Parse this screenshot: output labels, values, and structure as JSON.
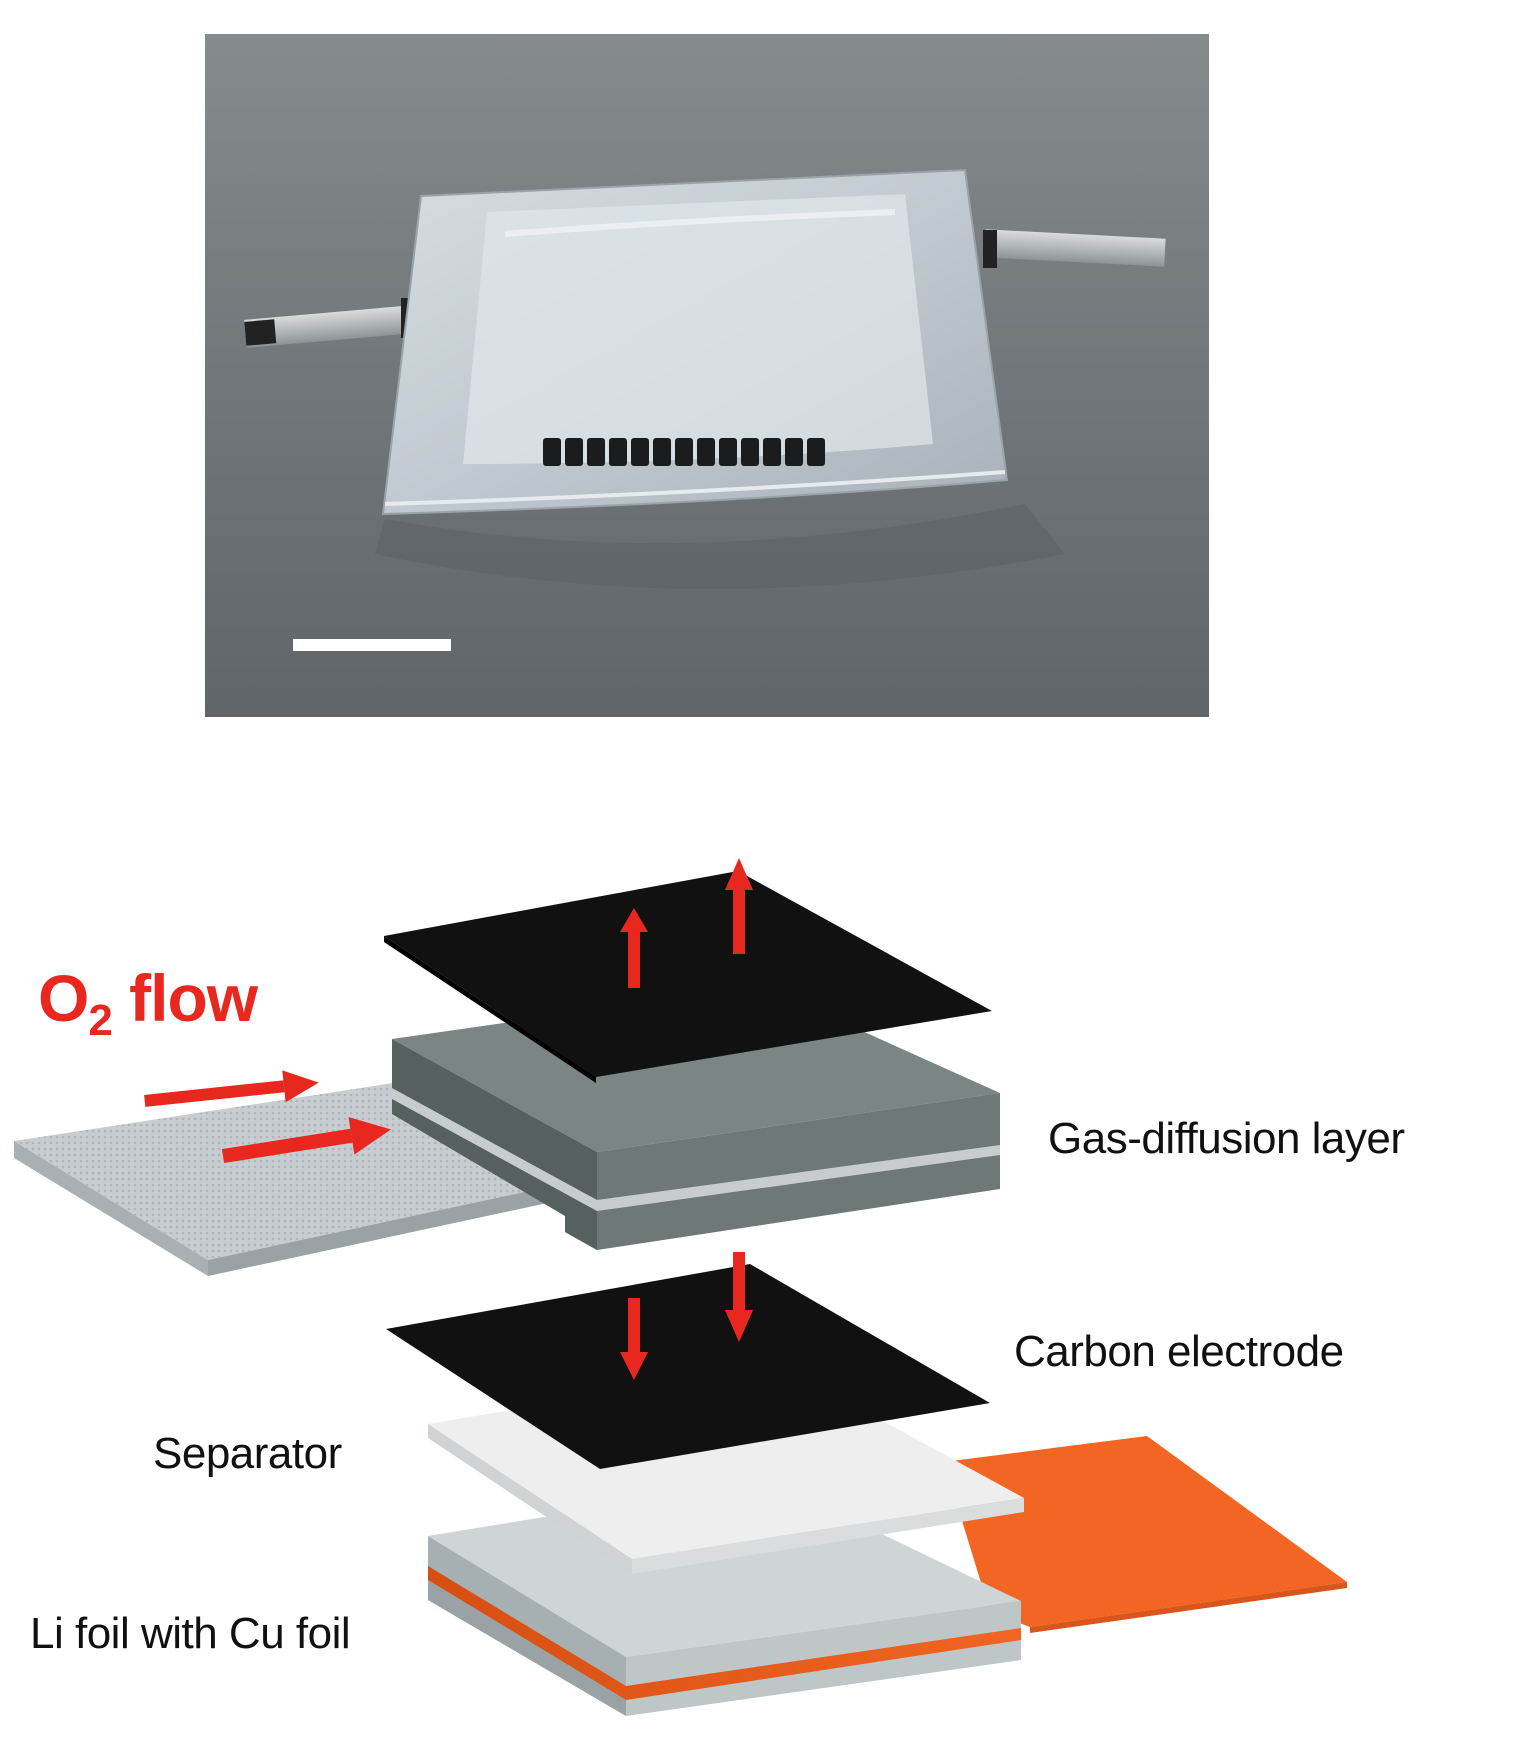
{
  "labels": {
    "o2_main": "O",
    "o2_sub": "2",
    "o2_rest": " flow",
    "gas_diffusion_layer": "Gas-diffusion layer",
    "carbon_electrode": "Carbon electrode",
    "separator": "Separator",
    "li_foil": "Li foil with Cu foil"
  },
  "colors": {
    "arrow": "#e8281e",
    "carbon": "#111111",
    "gdl_top": "#7b8684",
    "copper": "#f26522",
    "separator": "#eeeeee",
    "photo_bg": "#6f7475"
  }
}
